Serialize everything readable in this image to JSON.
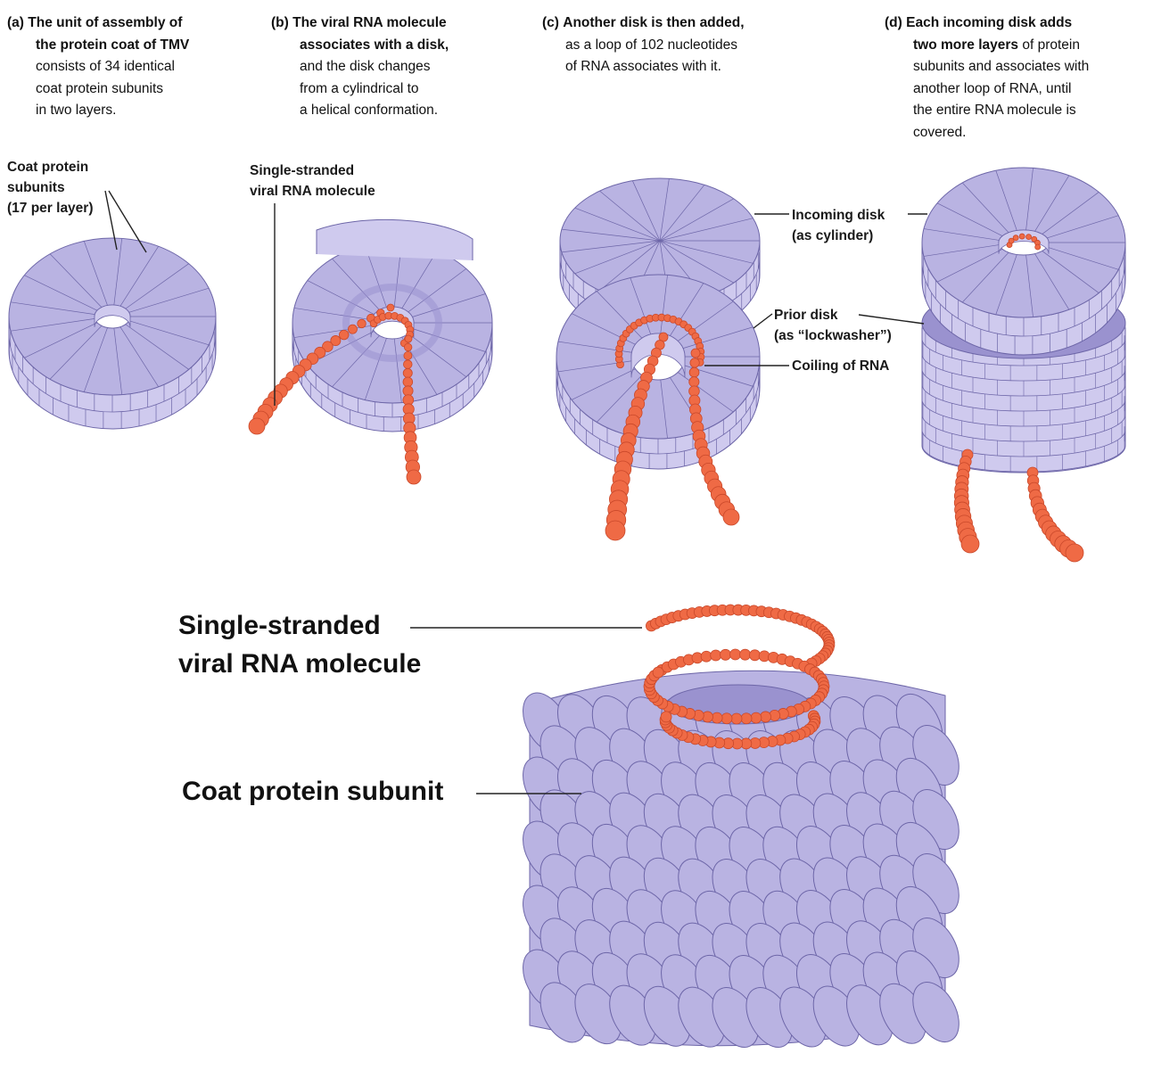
{
  "panels": {
    "a": {
      "letter": "(a)",
      "bold_lines": [
        "The unit of assembly of",
        "the protein coat of TMV"
      ],
      "lines": [
        "consists of 34 identical",
        "coat protein subunits",
        "in two layers."
      ]
    },
    "b": {
      "letter": "(b)",
      "bold_lines": [
        "The viral RNA molecule",
        "associates with a disk,"
      ],
      "lines": [
        "and the disk changes",
        "from a cylindrical to",
        "a helical conformation."
      ]
    },
    "c": {
      "letter": "(c)",
      "bold_lines": [
        "Another disk is then added,"
      ],
      "lines": [
        "as a loop of 102 nucleotides",
        "of RNA associates with it."
      ]
    },
    "d": {
      "letter": "(d)",
      "line1_bold": "Each incoming disk adds",
      "line2_bold": "two more layers",
      "line2_rest": " of protein",
      "lines": [
        "subunits and associates with",
        "another loop of RNA, until",
        "the entire RNA molecule is",
        "covered."
      ]
    }
  },
  "labels": {
    "coat_protein_subunits": [
      "Coat protein",
      "subunits",
      "(17 per layer)"
    ],
    "single_stranded_rna_small": [
      "Single-stranded",
      "viral RNA molecule"
    ],
    "incoming_disk": [
      "Incoming disk",
      "(as cylinder)"
    ],
    "prior_disk": [
      "Prior disk",
      "(as “lockwasher”)"
    ],
    "coiling_of_rna": "Coiling of RNA",
    "single_stranded_rna_big": [
      "Single-stranded",
      "viral RNA molecule"
    ],
    "coat_protein_subunit": "Coat protein subunit"
  },
  "colors": {
    "protein_top": "#b9b3e2",
    "protein_side": "#cfcaee",
    "protein_dark": "#9a92cf",
    "protein_edge": "#6d66a8",
    "rna": "#ef6a45",
    "rna_edge": "#c9482a",
    "leader": "#222222"
  }
}
